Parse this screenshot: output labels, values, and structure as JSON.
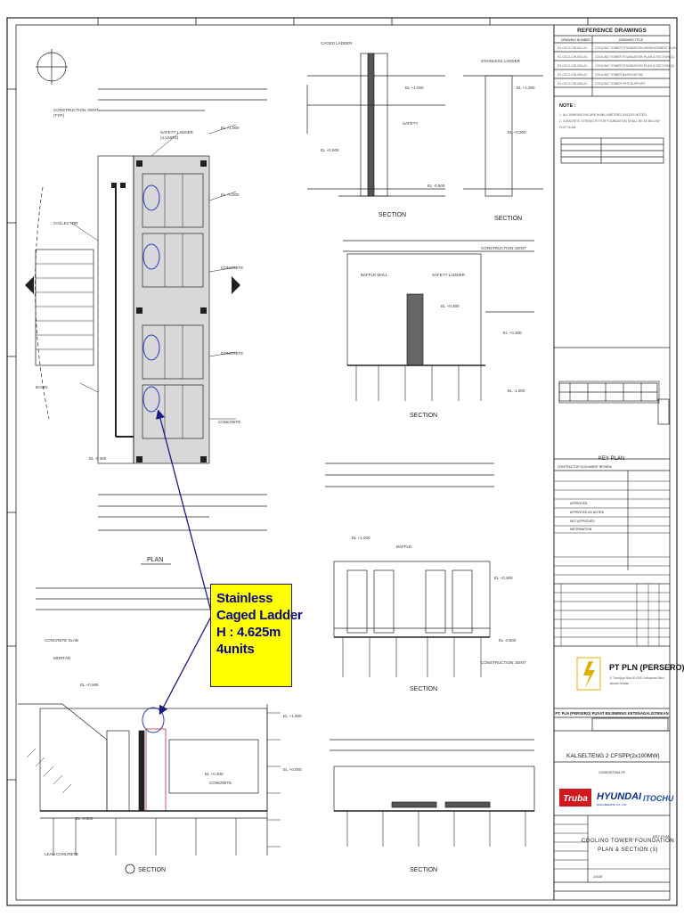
{
  "title_block": {
    "reference_heading": "REFERENCE DRAWINGS",
    "ref_col_number": "DRAWING NUMBER",
    "ref_col_title": "DRAWING TITLE",
    "note_label": "NOTE :",
    "key_plan_label": "KEY PLAN",
    "contractor_review": "CONTRACTOR DOCUMENT REVIEW",
    "review_codes": [
      "APPROVED",
      "APPROVED AS NOTED",
      "NOT APPROVED",
      "INFORMATION"
    ],
    "owner_name": "PT PLN (PERSERO)",
    "owner_full": "PT. PLN (PERSERO) PUSAT ENJINIRING KETENAGALISTRIKAN",
    "project_name": "KALSELTENG 2 CFSPP(2x100MW)",
    "consortium_label": "CONSORTIUM OF",
    "logo_truba": "Truba",
    "logo_hyundai": "HYUNDAI",
    "logo_hyundai_sub": "ENGINEERING CO.,LTD.",
    "logo_itochu": "ITOCHU",
    "drawing_title_line1": "COOLING TOWER FOUNDATION",
    "drawing_title_line2": "PLAN & SECTION (3)",
    "scale_value": "1/100"
  },
  "drawing_labels": {
    "plan": "PLAN",
    "section": "SECTION",
    "key_plan": "KEY PLAN"
  },
  "callout": {
    "line1": "Stainless",
    "line2": "Caged Ladder",
    "line3": "H : 4.625m",
    "line4": "4units"
  },
  "colors": {
    "line": "#222222",
    "shade": "#d4d4d4",
    "callout_bg": "#ffff00",
    "callout_text": "#0a0a8a",
    "arrow": "#1a1a80",
    "cloud": "#2a3ac8"
  }
}
